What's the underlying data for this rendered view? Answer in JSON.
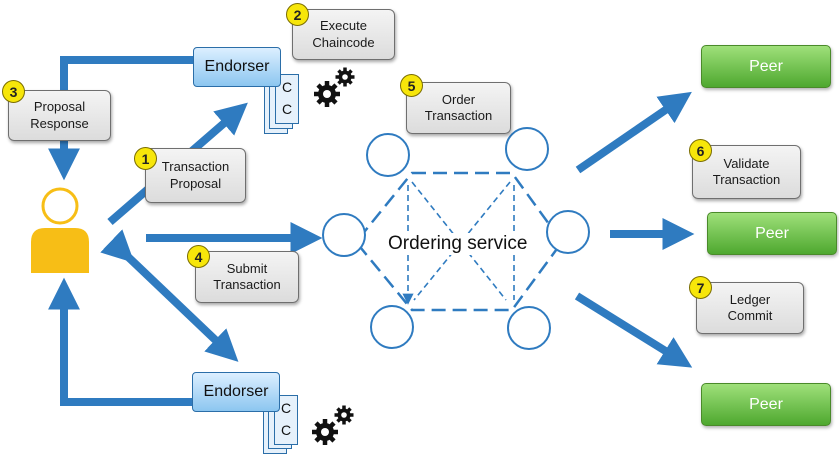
{
  "steps": [
    {
      "number": "1",
      "label": "Transaction\nProposal"
    },
    {
      "number": "2",
      "label": "Execute\nChaincode"
    },
    {
      "number": "3",
      "label": "Proposal\nResponse"
    },
    {
      "number": "4",
      "label": "Submit\nTransaction"
    },
    {
      "number": "5",
      "label": "Order\nTransaction"
    },
    {
      "number": "6",
      "label": "Validate\nTransaction"
    },
    {
      "number": "7",
      "label": "Ledger\nCommit"
    }
  ],
  "endorsers": [
    {
      "label": "Endorser",
      "chaincode": [
        "C",
        "C"
      ]
    },
    {
      "label": "Endorser",
      "chaincode": [
        "C",
        "C"
      ]
    }
  ],
  "ordering_service": {
    "label": "Ordering service"
  },
  "peers": [
    {
      "label": "Peer"
    },
    {
      "label": "Peer"
    },
    {
      "label": "Peer"
    }
  ],
  "colors": {
    "arrow": "#2f7bc0",
    "client": "#f7be16",
    "peer": "#5db43a",
    "endorser": "#a9d4f5",
    "badge": "#f7e60a"
  },
  "icons": [
    "user-icon",
    "gear-icon"
  ]
}
